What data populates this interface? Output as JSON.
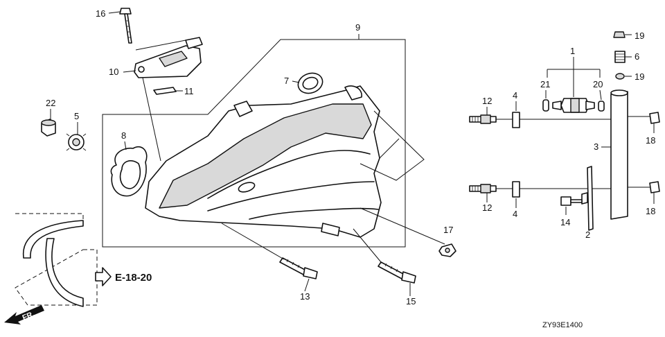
{
  "diagram": {
    "callouts": {
      "c1": "1",
      "c2": "2",
      "c3": "3",
      "c4a": "4",
      "c4b": "4",
      "c5": "5",
      "c6": "6",
      "c7": "7",
      "c8": "8",
      "c9": "9",
      "c10": "10",
      "c11": "11",
      "c12a": "12",
      "c12b": "12",
      "c13": "13",
      "c14": "14",
      "c15": "15",
      "c16": "16",
      "c17": "17",
      "c18a": "18",
      "c18b": "18",
      "c19a": "19",
      "c19b": "19",
      "c20": "20",
      "c21": "21",
      "c22": "22"
    },
    "reference": "E-18-20",
    "front_marker": "FR.",
    "drawing_code": "ZY93E1400"
  }
}
